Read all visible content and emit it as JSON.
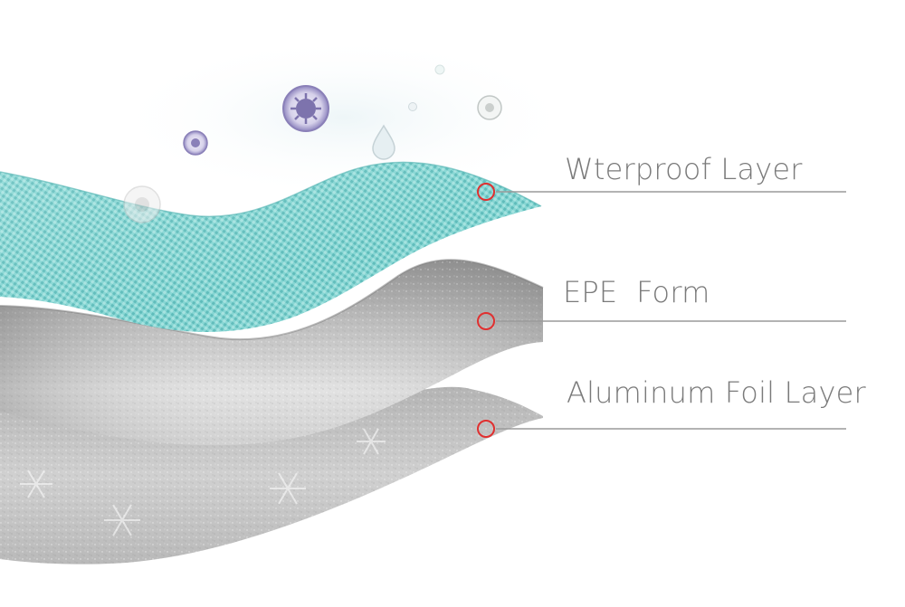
{
  "labels": {
    "waterproof_layer": "Wterproof Layer",
    "epe_form": "EPE  Form",
    "aluminum_foil_layer": "Aluminum Foil Layer"
  },
  "icons": [
    "virus-icon",
    "water-drop-icon",
    "bubble-icon"
  ],
  "colors": {
    "waterproof_fabric": "#7fd2d0",
    "epe_foam": "#a9a9a9",
    "aluminum_foil": "#c4c4c4",
    "marker_ring": "#e03030",
    "callout_line": "#9a9a9a",
    "label_text": "#7a7a7a",
    "virus": "#8a80b8"
  }
}
